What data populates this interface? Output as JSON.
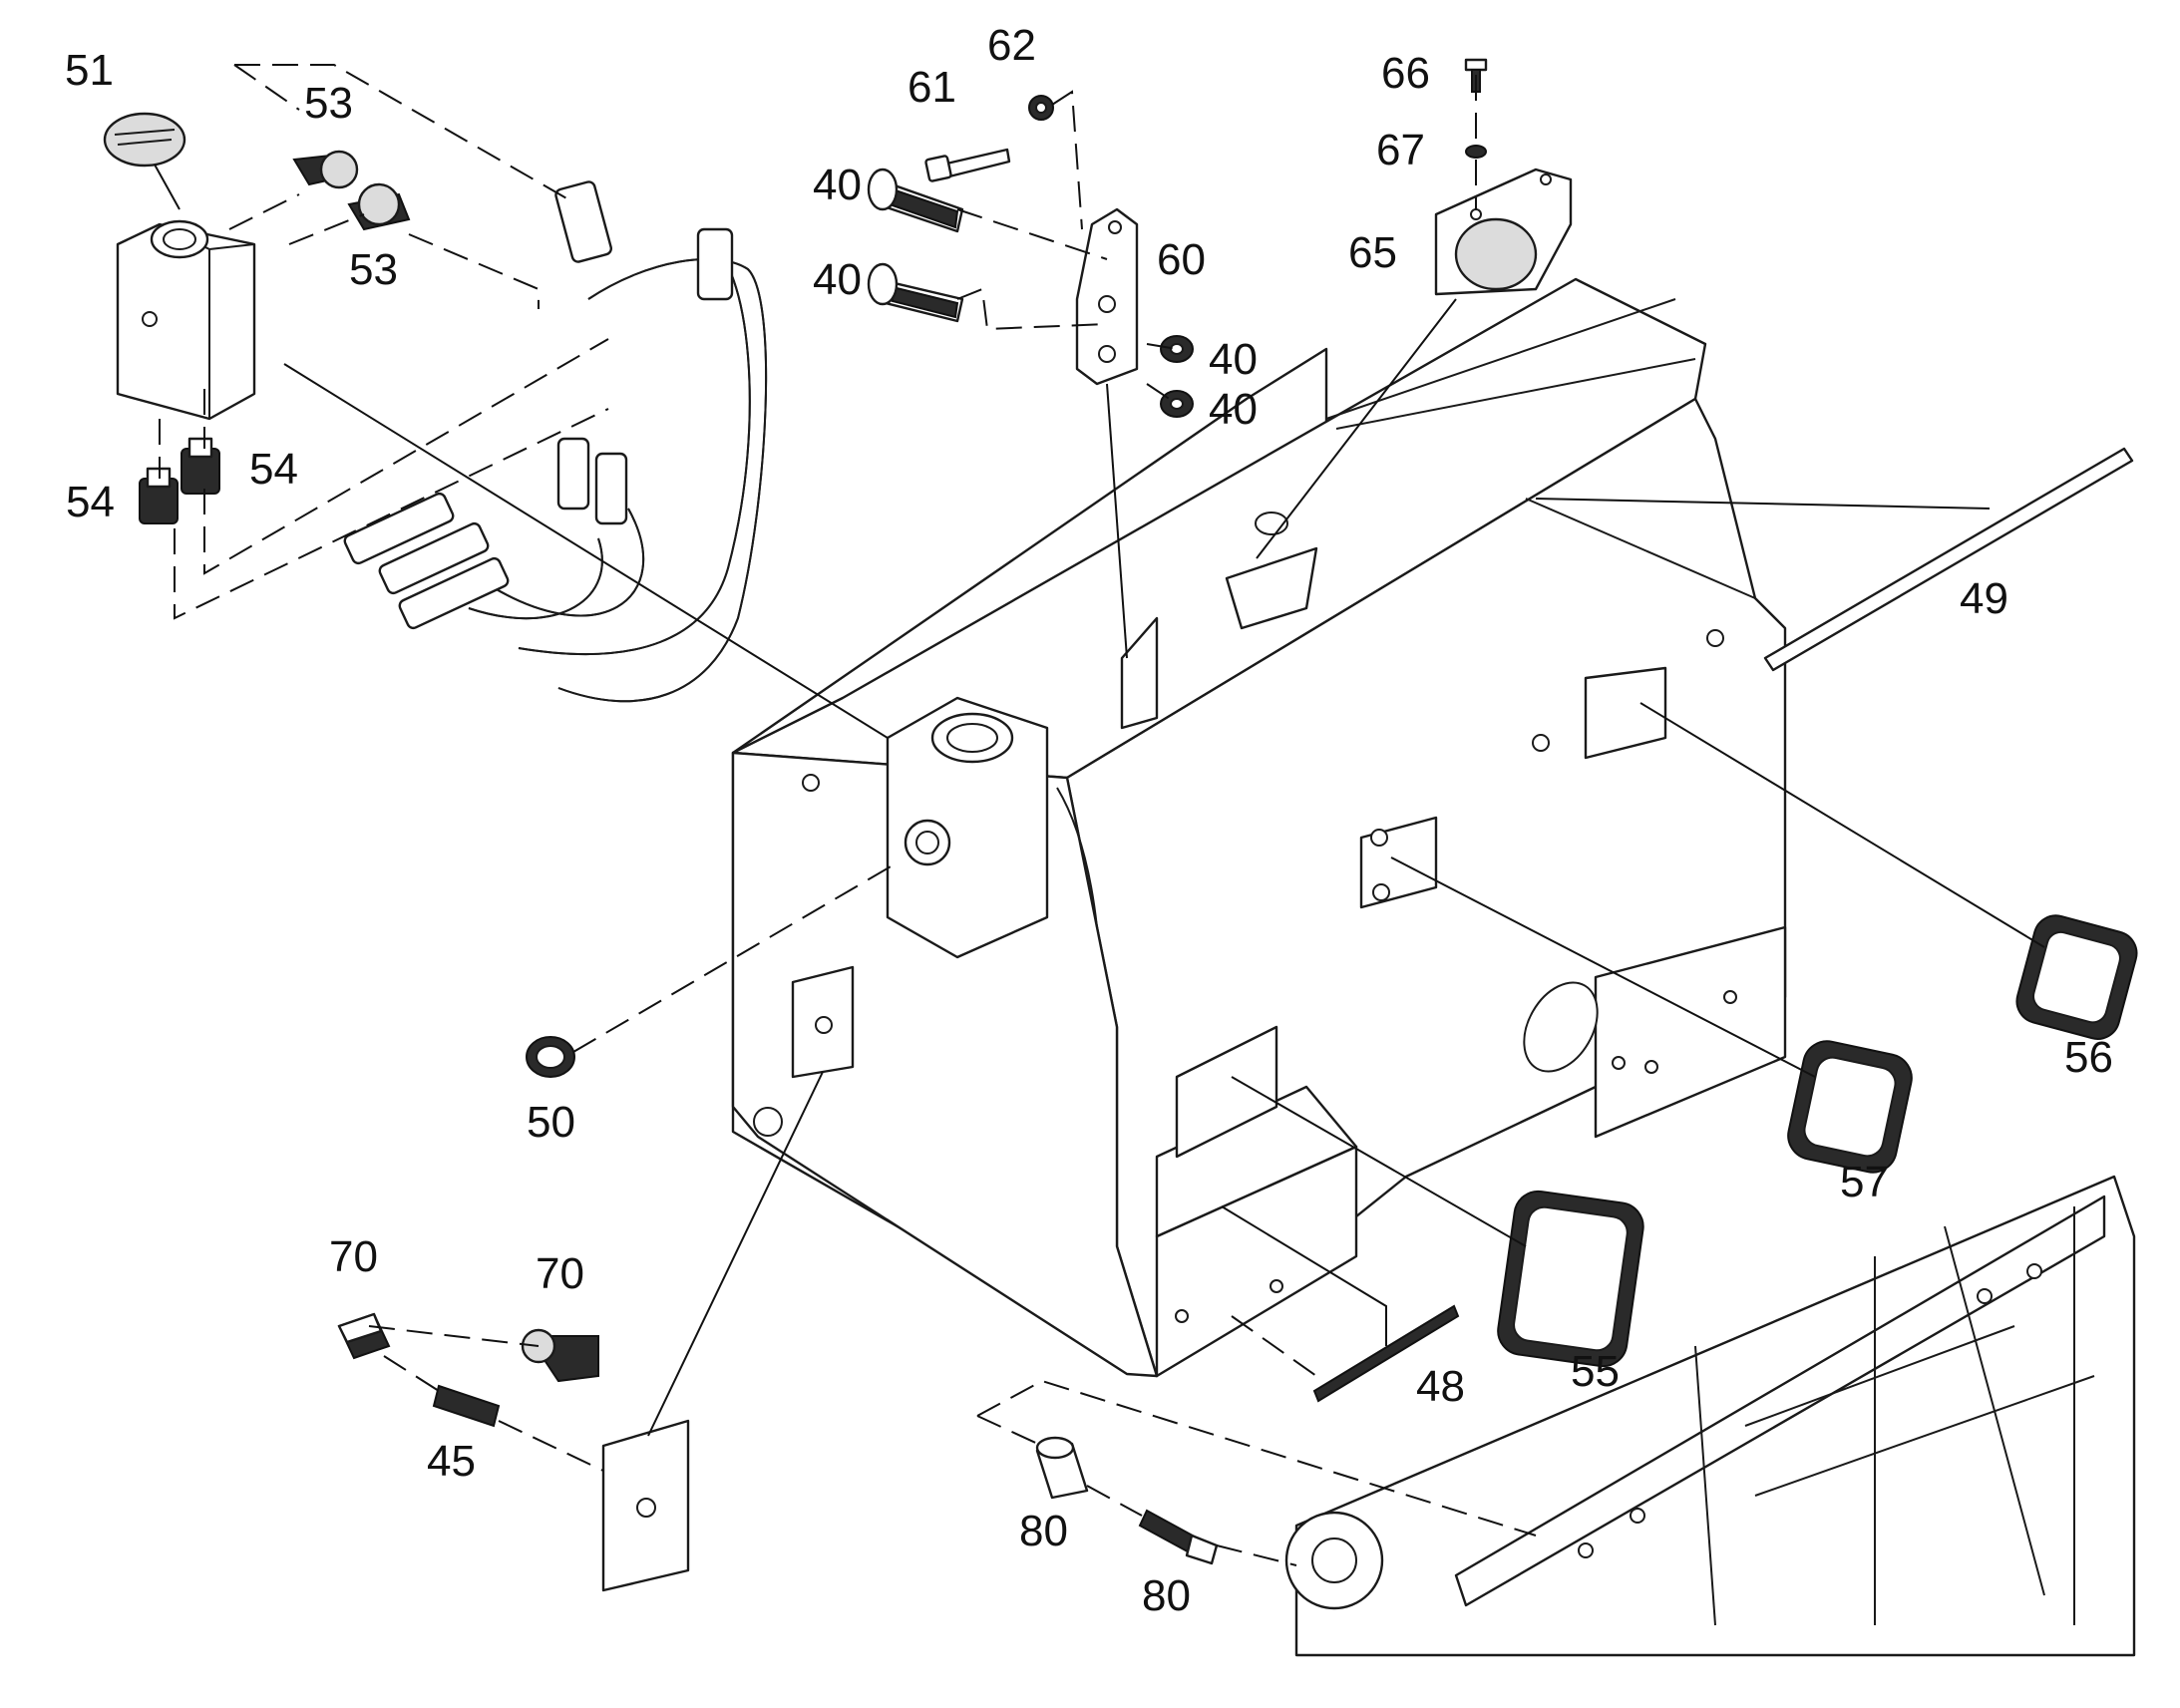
{
  "labels": {
    "l51": "51",
    "l53a": "53",
    "l53b": "53",
    "l54a": "54",
    "l54b": "54",
    "l61": "61",
    "l62": "62",
    "l40a": "40",
    "l40b": "40",
    "l40c": "40",
    "l40d": "40",
    "l60": "60",
    "l66": "66",
    "l67": "67",
    "l65": "65",
    "l49": "49",
    "l56": "56",
    "l57": "57",
    "l55": "55",
    "l48": "48",
    "l50": "50",
    "l70a": "70",
    "l70b": "70",
    "l45": "45",
    "l80a": "80",
    "l80b": "80"
  }
}
